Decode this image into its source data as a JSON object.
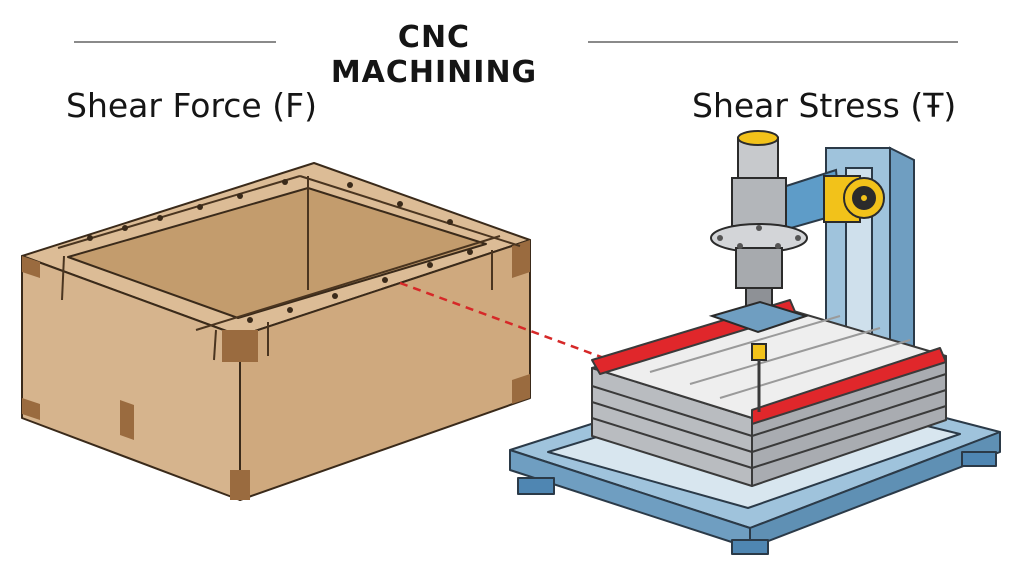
{
  "header": {
    "title": "CNC MACHINING"
  },
  "labels": {
    "left": "Shear Force (F)",
    "right": "Shear Stress (Ŧ)"
  },
  "colors": {
    "cardboard": "#d6b48d",
    "cardboard_dark": "#9a6b3f",
    "machine_blue": "#8fb7d3",
    "accent_red": "#e0272b",
    "accent_yellow": "#f2c21a",
    "dashed_line": "#d62828"
  }
}
